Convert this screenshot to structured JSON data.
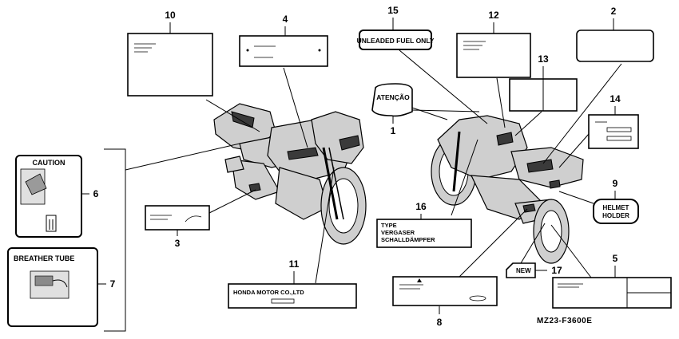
{
  "diagram": {
    "callouts": {
      "n1": "1",
      "n2": "2",
      "n3": "3",
      "n4": "4",
      "n5": "5",
      "n6": "6",
      "n7": "7",
      "n8": "8",
      "n9": "9",
      "n10": "10",
      "n11": "11",
      "n12": "12",
      "n13": "13",
      "n14": "14",
      "n15": "15",
      "n16": "16",
      "n17": "17"
    },
    "labels": {
      "unleaded": "UNLEADED FUEL ONLY",
      "atencao": "ATENÇÃO",
      "caution": "CAUTION",
      "breather": "BREATHER TUBE",
      "helmet_line1": "HELMET",
      "helmet_line2": "HOLDER",
      "type_line1": "TYPE",
      "type_line2": "VERGASER",
      "type_line3": "SCHALLDÄMPFER",
      "honda": "HONDA MOTOR CO.,LTD",
      "new": "NEW"
    },
    "part_code": "MZ23-F3600E"
  }
}
